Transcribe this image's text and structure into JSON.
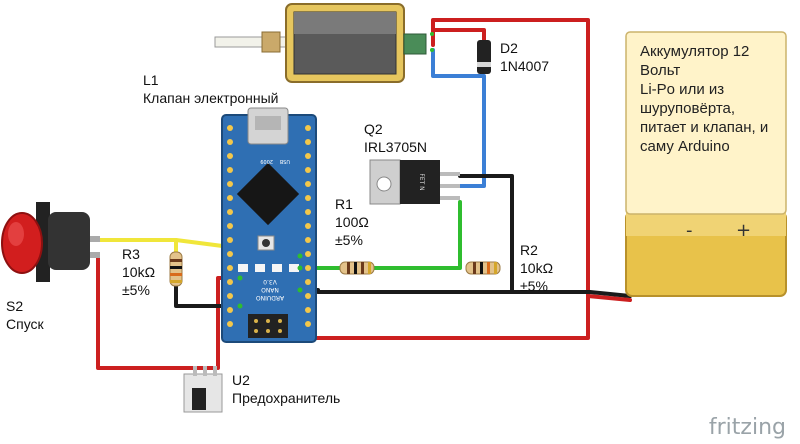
{
  "diagram": {
    "parts": {
      "l1": {
        "ref": "L1",
        "name": "Клапан электронный"
      },
      "d2": {
        "ref": "D2",
        "name": "1N4007"
      },
      "q2": {
        "ref": "Q2",
        "name": "IRL3705N",
        "body_text": "FET N"
      },
      "r1": {
        "ref": "R1",
        "value": "100Ω",
        "tolerance": "±5%"
      },
      "r2": {
        "ref": "R2",
        "value": "10kΩ",
        "tolerance": "±5%"
      },
      "r3": {
        "ref": "R3",
        "value": "10kΩ",
        "tolerance": "±5%"
      },
      "s2": {
        "ref": "S2",
        "name": "Спуск"
      },
      "u2": {
        "ref": "U2",
        "name": "Предохранитель"
      },
      "arduino": {
        "name": "ARDUINO",
        "model": "NANO",
        "version": "V3.0",
        "year": "2009",
        "usb": "USB"
      },
      "battery": {
        "note": "Аккумулятор 12 Вольт\nLi-Po или из шуруповёрта, питает и клапан, и саму Arduino",
        "minus": "-",
        "plus": "+"
      }
    },
    "wire_colors": {
      "red": "#cc1f1f",
      "blue": "#3b7fd6",
      "black": "#1a1a1a",
      "green": "#2fbd2f",
      "yellow": "#f0e63a"
    },
    "brand": "fritzing"
  }
}
